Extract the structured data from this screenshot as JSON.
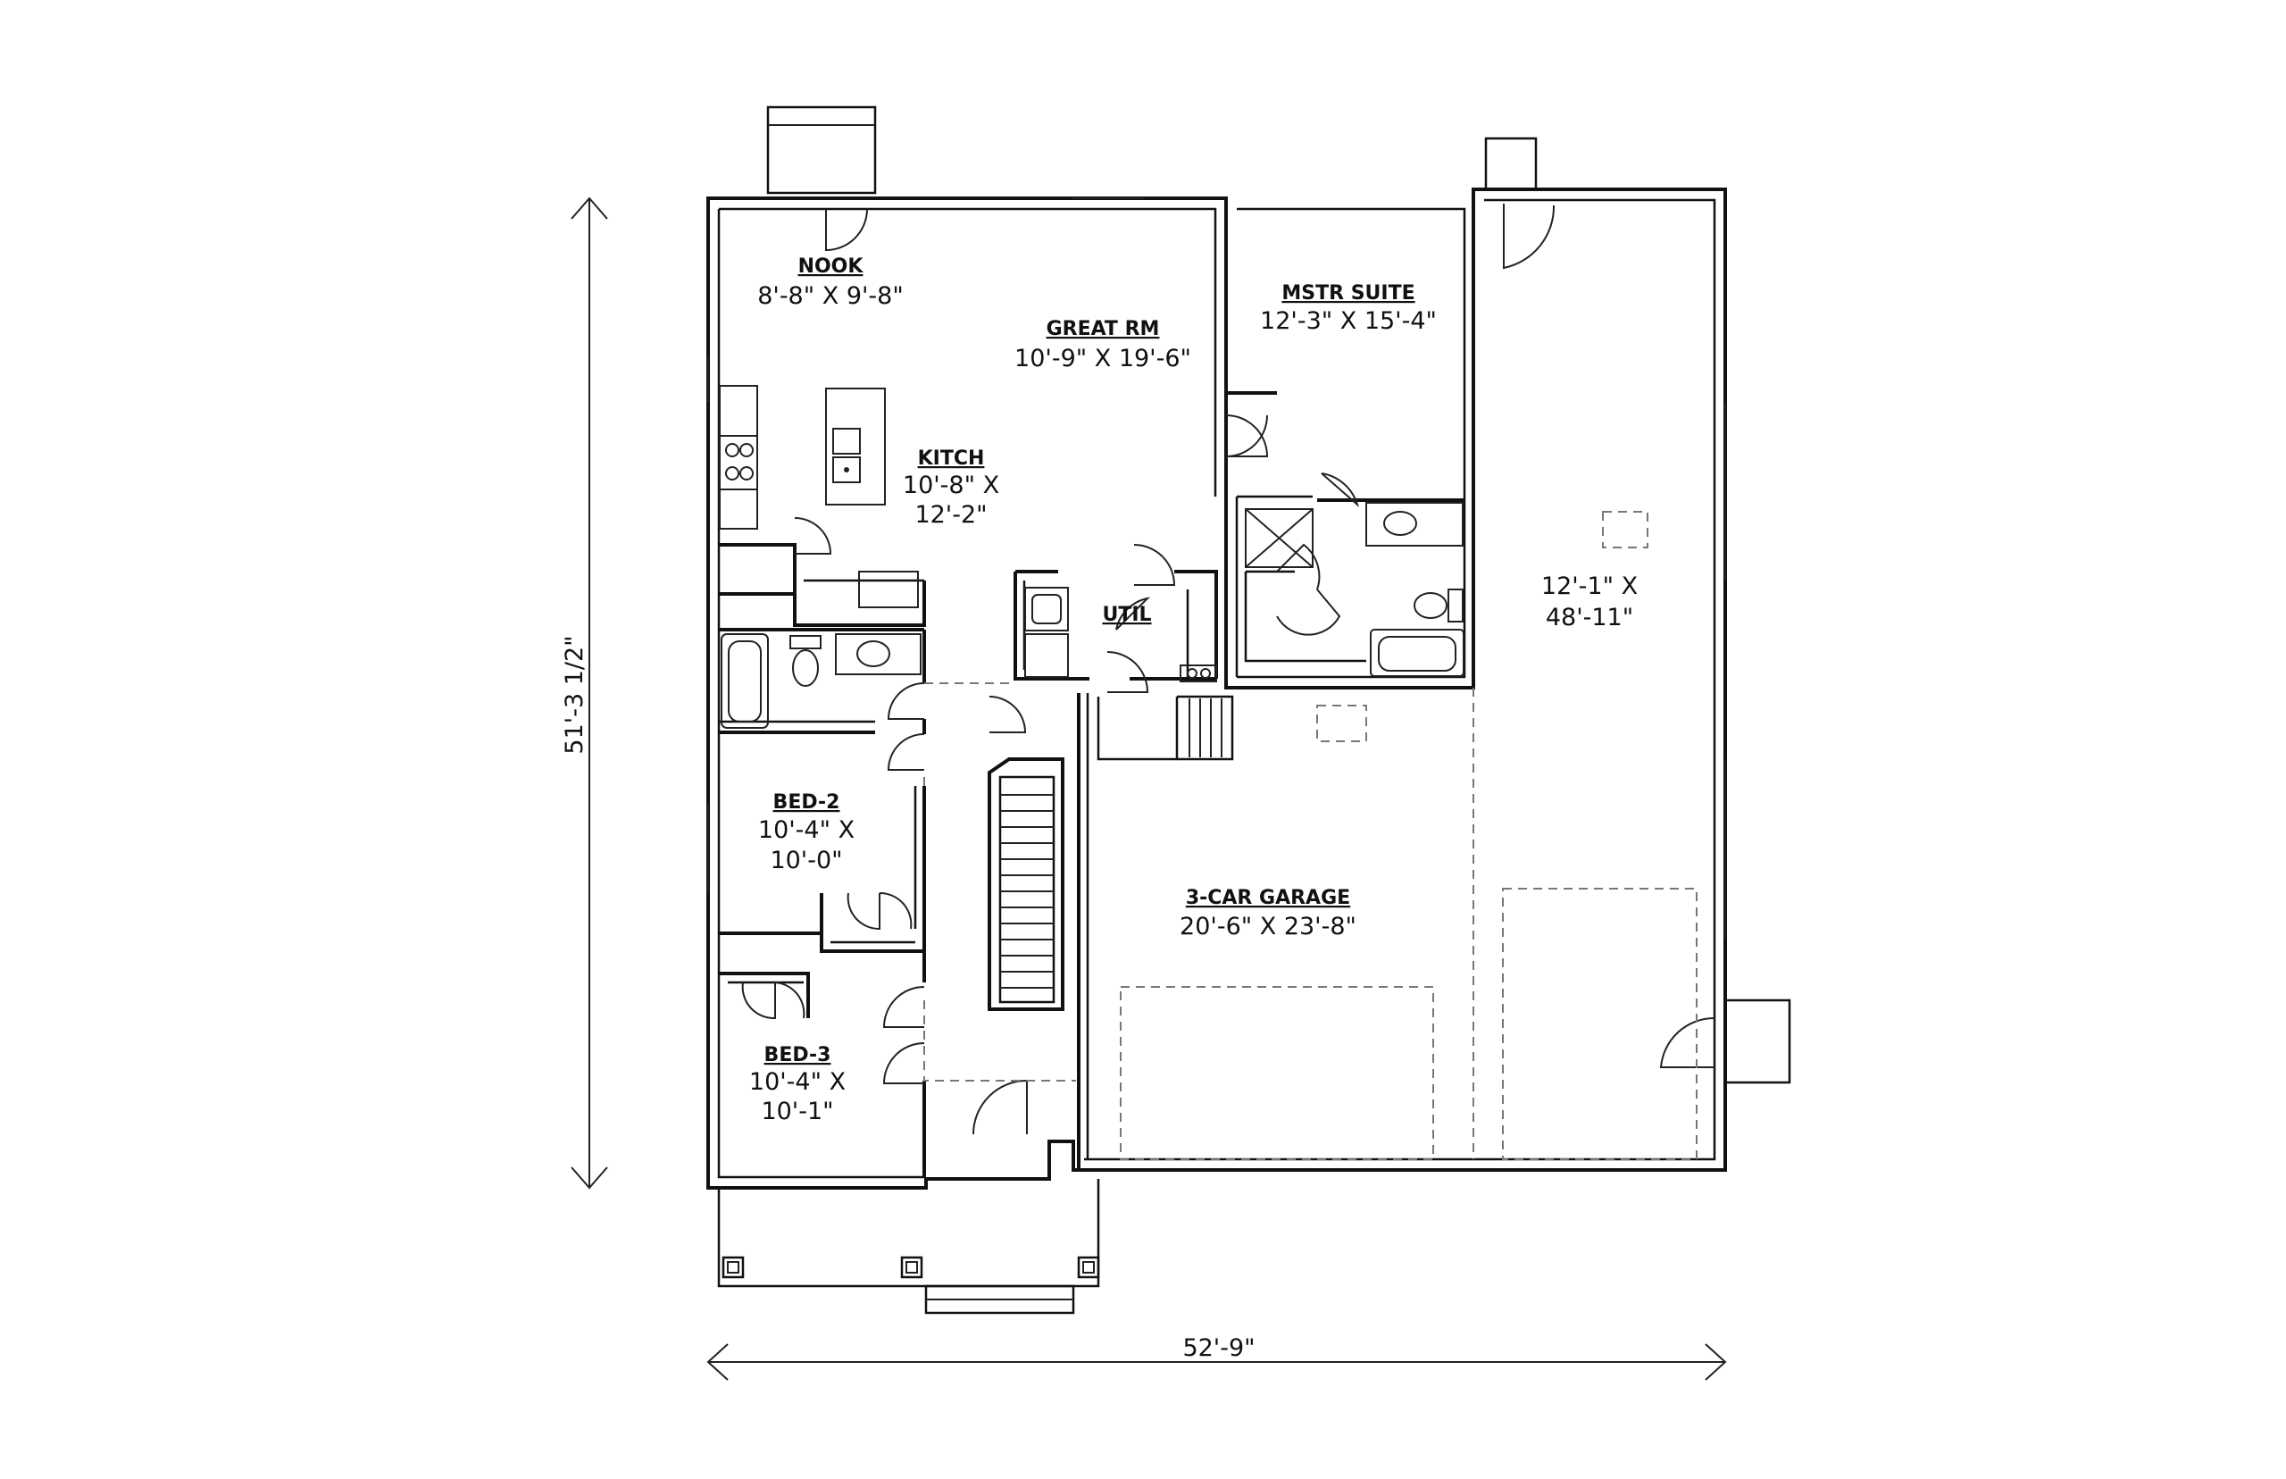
{
  "rooms": {
    "nook": {
      "name": "NOOK",
      "dims": "8'-8\" X 9'-8\""
    },
    "great_rm": {
      "name": "GREAT RM",
      "dims": "10'-9\" X 19'-6\""
    },
    "mstr_suite": {
      "name": "MSTR SUITE",
      "dims": "12'-3\" X 15'-4\""
    },
    "kitch": {
      "name": "KITCH",
      "dims_line1": "10'-8\" X",
      "dims_line2": "12'-2\""
    },
    "util": {
      "name": "UTIL"
    },
    "bed2": {
      "name": "BED-2",
      "dims_line1": "10'-4\" X",
      "dims_line2": "10'-0\""
    },
    "bed3": {
      "name": "BED-3",
      "dims_line1": "10'-4\" X",
      "dims_line2": "10'-1\""
    },
    "garage": {
      "name": "3-CAR GARAGE",
      "dims": "20'-6\" X 23'-8\""
    },
    "rv_bay": {
      "dims_line1": "12'-1\" X",
      "dims_line2": "48'-11\""
    }
  },
  "overall": {
    "width": "52'-9\"",
    "depth": "51'-3 1/2\""
  }
}
